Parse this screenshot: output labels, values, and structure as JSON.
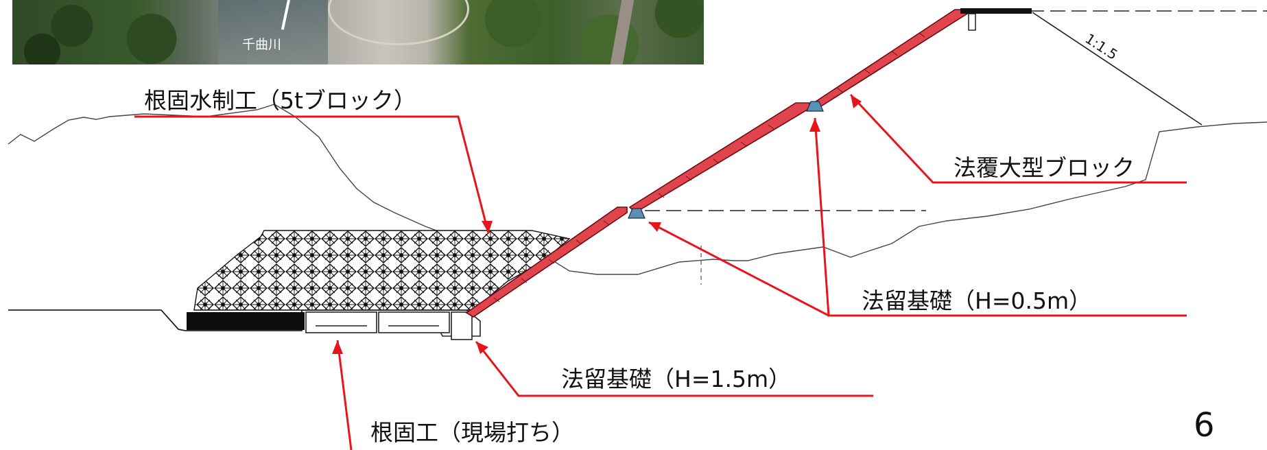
{
  "photo": {
    "river_label": "千曲川"
  },
  "slope_ratio": "1:1.5",
  "labels": {
    "negatame_suiseikou": "根固水制工（5tブロック）",
    "norioi_ogata_block": "法覆大型ブロック",
    "nodome_kiso_05": "法留基礎（H=0.5m）",
    "nodome_kiso_15": "法留基礎（H=1.5m）",
    "negatame_genba": "根固工（現場打ち）"
  },
  "page_number": "6",
  "colors": {
    "leader": "#e8141c",
    "slope_fill": "#e0454e",
    "foot_fill": "#5a8fb8",
    "line": "#222222"
  }
}
